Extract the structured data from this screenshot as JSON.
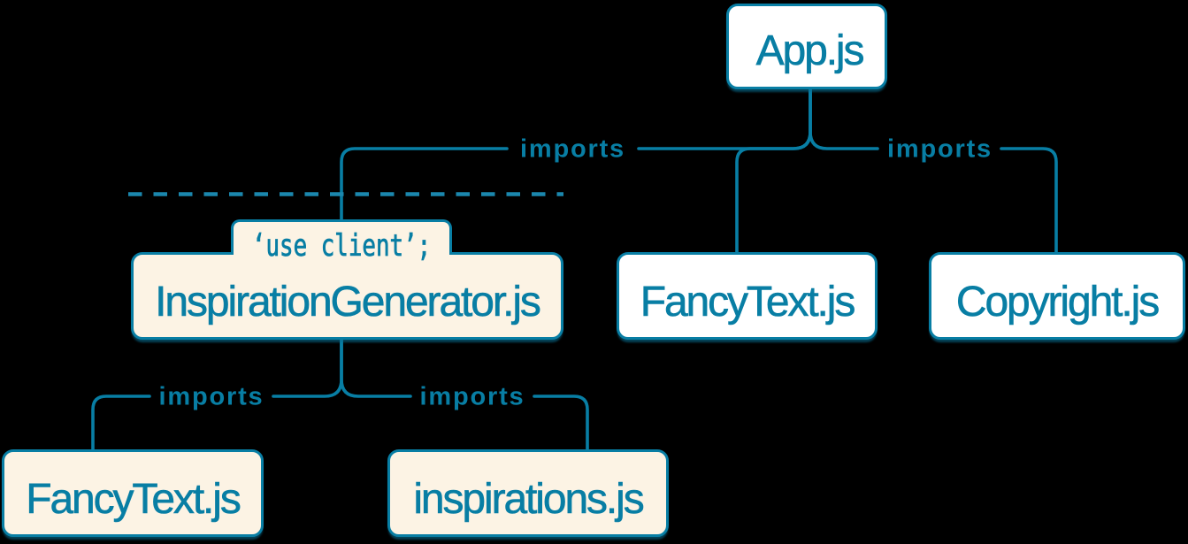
{
  "colors": {
    "background": "#000000",
    "line": "#087EA4",
    "server_fill": "#FFFFFF",
    "client_fill": "#FCF3E4",
    "text": "#087EA4"
  },
  "diagram": {
    "nodes": [
      {
        "id": "app",
        "label": "App.js",
        "kind": "server"
      },
      {
        "id": "inspiration-generator",
        "label": "InspirationGenerator.js",
        "kind": "client",
        "directive": "‘use client’;"
      },
      {
        "id": "fancy-text-mid",
        "label": "FancyText.js",
        "kind": "server"
      },
      {
        "id": "copyright",
        "label": "Copyright.js",
        "kind": "server"
      },
      {
        "id": "fancy-text-bottom",
        "label": "FancyText.js",
        "kind": "client"
      },
      {
        "id": "inspirations",
        "label": "inspirations.js",
        "kind": "client"
      }
    ],
    "edges": [
      {
        "from": "app",
        "to": "inspiration-generator",
        "label": "imports"
      },
      {
        "from": "app",
        "to": "copyright",
        "label": "imports"
      },
      {
        "from": "inspiration-generator",
        "to": "fancy-text-bottom",
        "label": "imports"
      },
      {
        "from": "inspiration-generator",
        "to": "inspirations",
        "label": "imports"
      }
    ]
  }
}
